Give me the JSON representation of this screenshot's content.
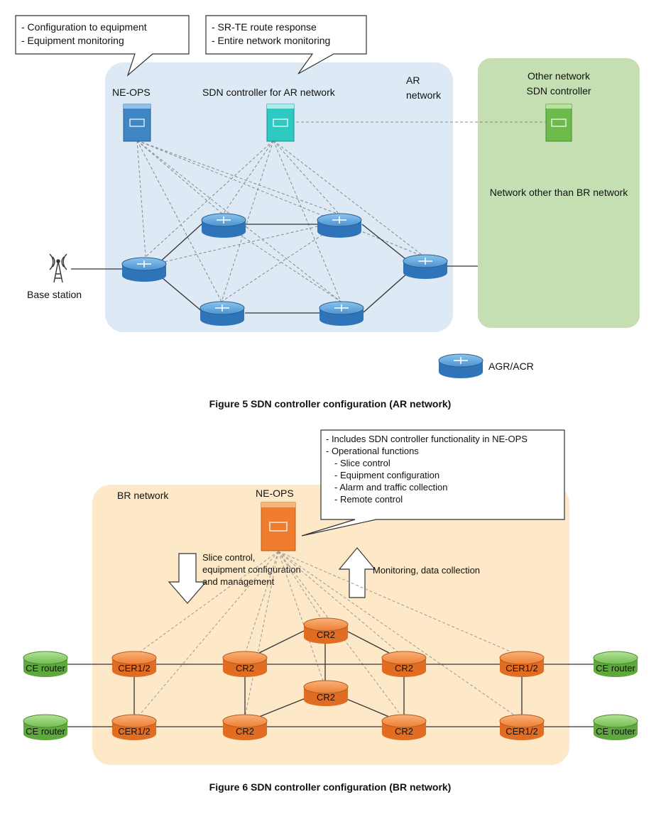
{
  "figure5": {
    "caption": "Figure 5  SDN controller configuration (AR network)",
    "callout_left": [
      "- Configuration to equipment",
      "- Equipment monitoring"
    ],
    "callout_right": [
      "- SR-TE route response",
      "- Entire network monitoring"
    ],
    "ne_ops_label": "NE-OPS",
    "sdn_label": "SDN controller for AR network",
    "ar_network_label": [
      "AR",
      "network"
    ],
    "other_sdn_label": [
      "Other network",
      "SDN controller"
    ],
    "other_network_label": "Network other than BR network",
    "base_station_label": "Base station",
    "legend_label": "AGR/ACR",
    "colors": {
      "ar_region": "#ddeaf6",
      "other_region": "#c5dfb3",
      "router_blue": "#3a86c8",
      "server_blue": "#3f86c4",
      "server_cyan": "#2ec9c2",
      "server_green": "#6dbb4b"
    }
  },
  "figure6": {
    "caption": "Figure 6  SDN controller configuration (BR network)",
    "callout": [
      "- Includes SDN controller functionality in NE-OPS",
      "- Operational functions",
      "  - Slice control",
      "  - Equipment configuration",
      "  - Alarm and traffic collection",
      "  - Remote control"
    ],
    "br_network_label": "BR network",
    "ne_ops_label": "NE-OPS",
    "down_arrow_label": [
      "Slice control,",
      "equipment configuration",
      "and management"
    ],
    "up_arrow_label": "Monitoring, data collection",
    "routers": {
      "cer_tl": "CER1/2",
      "cr2_tl": "CR2",
      "cr2_top": "CR2",
      "cr2_tr": "CR2",
      "cer_tr": "CER1/2",
      "cer_bl": "CER1/2",
      "cr2_bl": "CR2",
      "cr2_mid": "CR2",
      "cr2_br": "CR2",
      "cer_br": "CER1/2"
    },
    "ce_labels": {
      "ce_tl": "CE router",
      "ce_bl": "CE router",
      "ce_tr": "CE router",
      "ce_br": "CE router"
    },
    "colors": {
      "br_region": "#fde9c8",
      "router_orange": "#f07d2e",
      "router_green": "#6dbb4b",
      "server_orange": "#f07d2e"
    }
  }
}
